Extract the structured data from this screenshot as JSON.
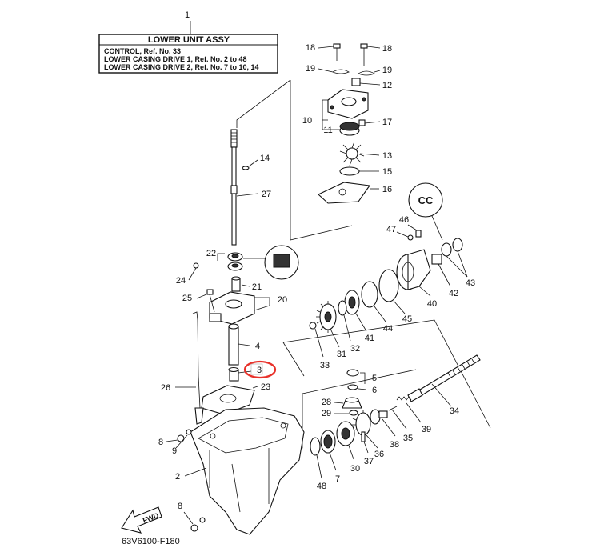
{
  "title_number": "1",
  "label_box": {
    "title": "LOWER UNIT ASSY",
    "lines": [
      "CONTROL,  Ref. No. 33",
      "LOWER CASING DRIVE 1,  Ref. No. 2 to 48",
      "LOWER CASING DRIVE 2,  Ref. No. 7 to 10, 14"
    ]
  },
  "callouts": {
    "c18a": "18",
    "c18b": "18",
    "c19a": "19",
    "c19b": "19",
    "c12": "12",
    "c10": "10",
    "c11": "11",
    "c17": "17",
    "c13": "13",
    "c15": "15",
    "c16": "16",
    "c14": "14",
    "c27": "27",
    "c22": "22",
    "c24": "24",
    "c21": "21",
    "c20": "20",
    "c25": "25",
    "c4": "4",
    "c3": "3",
    "c23": "23",
    "c26": "26",
    "c8a": "8",
    "c9": "9",
    "c2": "2",
    "c8b": "8",
    "c46": "46",
    "c47": "47",
    "c43": "43",
    "c42": "42",
    "c40": "40",
    "c45": "45",
    "c44": "44",
    "c41": "41",
    "c32": "32",
    "c31": "31",
    "c33": "33",
    "c5": "5",
    "c6": "6",
    "c28": "28",
    "c29": "29",
    "c34": "34",
    "c39": "39",
    "c38": "38",
    "c35": "35",
    "c36": "36",
    "c37": "37",
    "c30": "30",
    "c7": "7",
    "c48": "48"
  },
  "highlighted_callout": "3",
  "highlight_color": "#e8312a",
  "fwd_label": "FWD",
  "grease_label": "CC",
  "drawing_code": "63V6100-F180"
}
